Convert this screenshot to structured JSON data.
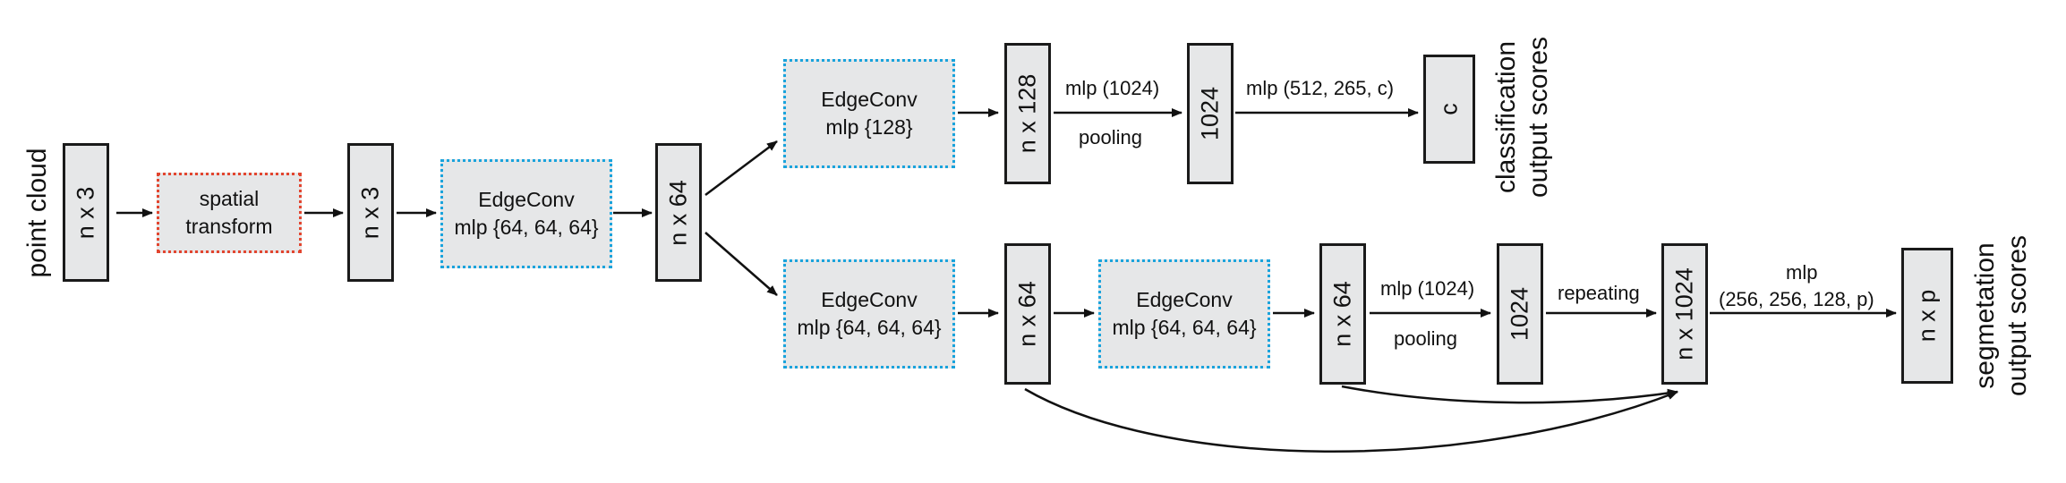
{
  "nodes": {
    "input": "n x 3",
    "spatial_transform": [
      "spatial",
      "transform"
    ],
    "t1": "n x 3",
    "edgeconv1": [
      "EdgeConv",
      "mlp {64, 64, 64}"
    ],
    "t2": "n x 64",
    "edgeconv_cls": [
      "EdgeConv",
      "mlp {128}"
    ],
    "cls_t1": "n x 128",
    "cls_t2": "1024",
    "cls_out": "c",
    "edgeconv_seg1": [
      "EdgeConv",
      "mlp {64, 64, 64}"
    ],
    "seg_t1": "n x 64",
    "edgeconv_seg2": [
      "EdgeConv",
      "mlp {64, 64, 64}"
    ],
    "seg_t2": "n x 64",
    "seg_t3": "1024",
    "seg_t4": "n x 1024",
    "seg_out": "n x p"
  },
  "edge_labels": {
    "cls_mlp": "mlp (1024)",
    "cls_pool": "pooling",
    "cls_mlp2": "mlp (512, 265, c)",
    "seg_mlp": "mlp (1024)",
    "seg_pool": "pooling",
    "seg_repeat": "repeating",
    "seg_mlp2_a": "mlp",
    "seg_mlp2_b": "(256, 256, 128, p)"
  },
  "side_labels": {
    "input": "point cloud",
    "cls": [
      "classification",
      "output scores"
    ],
    "seg": [
      "segmetation",
      "output scores"
    ]
  },
  "colors": {
    "box_fill": "#e6e7e8",
    "box_border": "#1a1a1a",
    "edgeconv_border": "#1aa3dc",
    "transform_border": "#e2452f"
  }
}
